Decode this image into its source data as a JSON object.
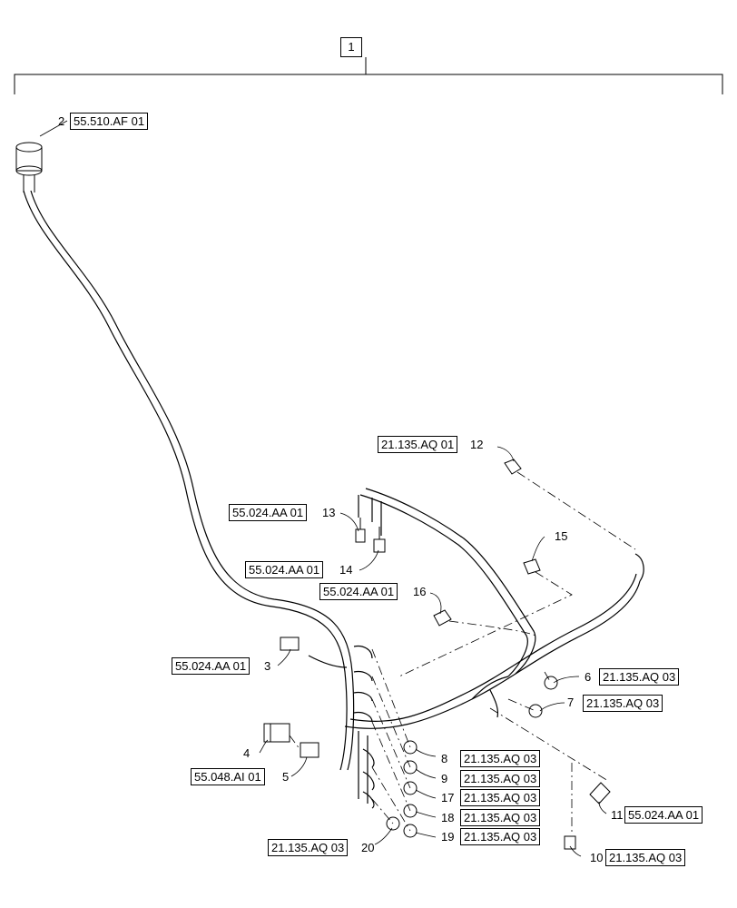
{
  "diagram": {
    "assembly_label": "1",
    "callouts": [
      {
        "item": "2",
        "ref": "55.510.AF 01"
      },
      {
        "item": "12",
        "ref": "21.135.AQ 01"
      },
      {
        "item": "13",
        "ref": "55.024.AA 01"
      },
      {
        "item": "14",
        "ref": "55.024.AA 01"
      },
      {
        "item": "15",
        "ref": ""
      },
      {
        "item": "16",
        "ref": "55.024.AA 01"
      },
      {
        "item": "3",
        "ref": "55.024.AA 01"
      },
      {
        "item": "6",
        "ref": "21.135.AQ 03"
      },
      {
        "item": "7",
        "ref": "21.135.AQ 03"
      },
      {
        "item": "4",
        "ref": ""
      },
      {
        "item": "5",
        "ref": "55.048.AI 01"
      },
      {
        "item": "8",
        "ref": "21.135.AQ 03"
      },
      {
        "item": "9",
        "ref": "21.135.AQ 03"
      },
      {
        "item": "17",
        "ref": "21.135.AQ 03"
      },
      {
        "item": "18",
        "ref": "21.135.AQ 03"
      },
      {
        "item": "19",
        "ref": "21.135.AQ 03"
      },
      {
        "item": "20",
        "ref": "21.135.AQ 03"
      },
      {
        "item": "11",
        "ref": "55.024.AA 01"
      },
      {
        "item": "10",
        "ref": "21.135.AQ 03"
      }
    ]
  }
}
